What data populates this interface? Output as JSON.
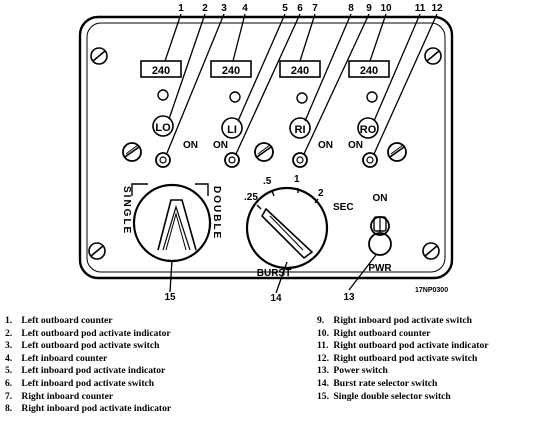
{
  "figure_code": "17NP0300",
  "counters": [
    "240",
    "240",
    "240",
    "240"
  ],
  "switch_labels": [
    "LO",
    "LI",
    "RI",
    "RO"
  ],
  "on_label": "ON",
  "callout_numbers": [
    "1",
    "2",
    "3",
    "4",
    "5",
    "6",
    "7",
    "8",
    "9",
    "10",
    "11",
    "12",
    "13",
    "14",
    "15"
  ],
  "selector": {
    "left_label": "SINGLE",
    "right_label": "DOUBLE"
  },
  "burst": {
    "title": "BURST",
    "unit": "SEC",
    "marks": [
      ".25",
      ".5",
      "1",
      "2"
    ]
  },
  "power": {
    "on_label": "ON",
    "label": "PWR"
  },
  "legend_left": [
    {
      "n": "1.",
      "text": "Left outboard counter"
    },
    {
      "n": "2.",
      "text": "Left outboard pod activate indicator"
    },
    {
      "n": "3.",
      "text": "Left outboard pod activate switch"
    },
    {
      "n": "4.",
      "text": "Left inboard counter"
    },
    {
      "n": "5.",
      "text": "Left inboard pod activate indicator"
    },
    {
      "n": "6.",
      "text": "Left inboard pod activate switch"
    },
    {
      "n": "7.",
      "text": "Right inboard counter"
    },
    {
      "n": "8.",
      "text": "Right inboard pod activate indicator"
    }
  ],
  "legend_right": [
    {
      "n": "9.",
      "text": "Right inboard pod activate switch"
    },
    {
      "n": "10.",
      "text": "Right outboard counter"
    },
    {
      "n": "11.",
      "text": "Right outboard pod activate indicator"
    },
    {
      "n": "12.",
      "text": "Right outboard pod activate switch"
    },
    {
      "n": "13.",
      "text": "Power switch"
    },
    {
      "n": "14.",
      "text": "Burst rate selector switch"
    },
    {
      "n": "15.",
      "text": "Single double selector switch"
    }
  ]
}
